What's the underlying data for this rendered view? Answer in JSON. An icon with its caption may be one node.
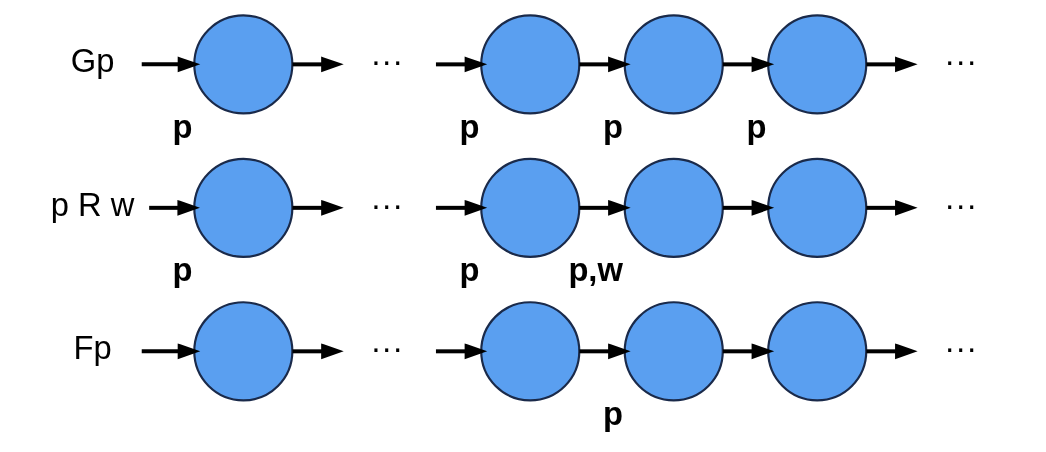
{
  "diagram": {
    "nodes": [
      {
        "text": [
          "Fp"
        ]
      },
      {
        "text": [],
        "shape": "circle"
      },
      {
        "text": [
          "···"
        ]
      },
      {
        "text": [],
        "shape": "circle"
      },
      {
        "text": [],
        "shape": "circle",
        "beside": [
          "p"
        ]
      },
      {
        "text": [],
        "shape": "circle"
      },
      {
        "text": [
          "···"
        ]
      },
      {
        "text": [
          "p R w"
        ]
      },
      {
        "text": [],
        "shape": "circle",
        "beside": [
          "p"
        ]
      },
      {
        "text": [
          "···"
        ]
      },
      {
        "text": [],
        "shape": "circle",
        "beside": [
          "p"
        ]
      },
      {
        "text": [],
        "shape": "circle",
        "beside": [
          "p,w"
        ]
      },
      {
        "text": [],
        "shape": "circle"
      },
      {
        "text": [
          "···"
        ]
      },
      {
        "text": [
          "Gp"
        ]
      },
      {
        "text": [],
        "shape": "circle",
        "beside": [
          "p"
        ]
      },
      {
        "text": [
          "···"
        ]
      },
      {
        "text": [],
        "shape": "circle",
        "beside": [
          "p"
        ]
      },
      {
        "text": [],
        "shape": "circle",
        "beside": [
          "p"
        ]
      },
      {
        "text": [],
        "shape": "circle",
        "beside": [
          "p"
        ]
      },
      {
        "text": [
          "···"
        ]
      }
    ],
    "edges": [
      {
        "from": 0,
        "to": 1,
        "arrow": "to"
      },
      {
        "from": 1,
        "to": 2,
        "arrow": "to"
      },
      {
        "from": 2,
        "to": 3,
        "arrow": "to"
      },
      {
        "from": 3,
        "to": 4,
        "arrow": "to"
      },
      {
        "from": 4,
        "to": 5,
        "arrow": "to"
      },
      {
        "from": 5,
        "to": 6,
        "arrow": "to"
      },
      {
        "from": 7,
        "to": 8,
        "arrow": "to"
      },
      {
        "from": 8,
        "to": 9,
        "arrow": "to"
      },
      {
        "from": 9,
        "to": 10,
        "arrow": "to"
      },
      {
        "from": 10,
        "to": 11,
        "arrow": "to"
      },
      {
        "from": 11,
        "to": 12,
        "arrow": "to"
      },
      {
        "from": 12,
        "to": 13,
        "arrow": "to"
      },
      {
        "from": 14,
        "to": 15,
        "arrow": "to"
      },
      {
        "from": 15,
        "to": 16,
        "arrow": "to"
      },
      {
        "from": 16,
        "to": 17,
        "arrow": "to"
      },
      {
        "from": 17,
        "to": 18,
        "arrow": "to"
      },
      {
        "from": 18,
        "to": 19,
        "arrow": "to"
      },
      {
        "from": 19,
        "to": 20,
        "arrow": "to"
      }
    ]
  }
}
